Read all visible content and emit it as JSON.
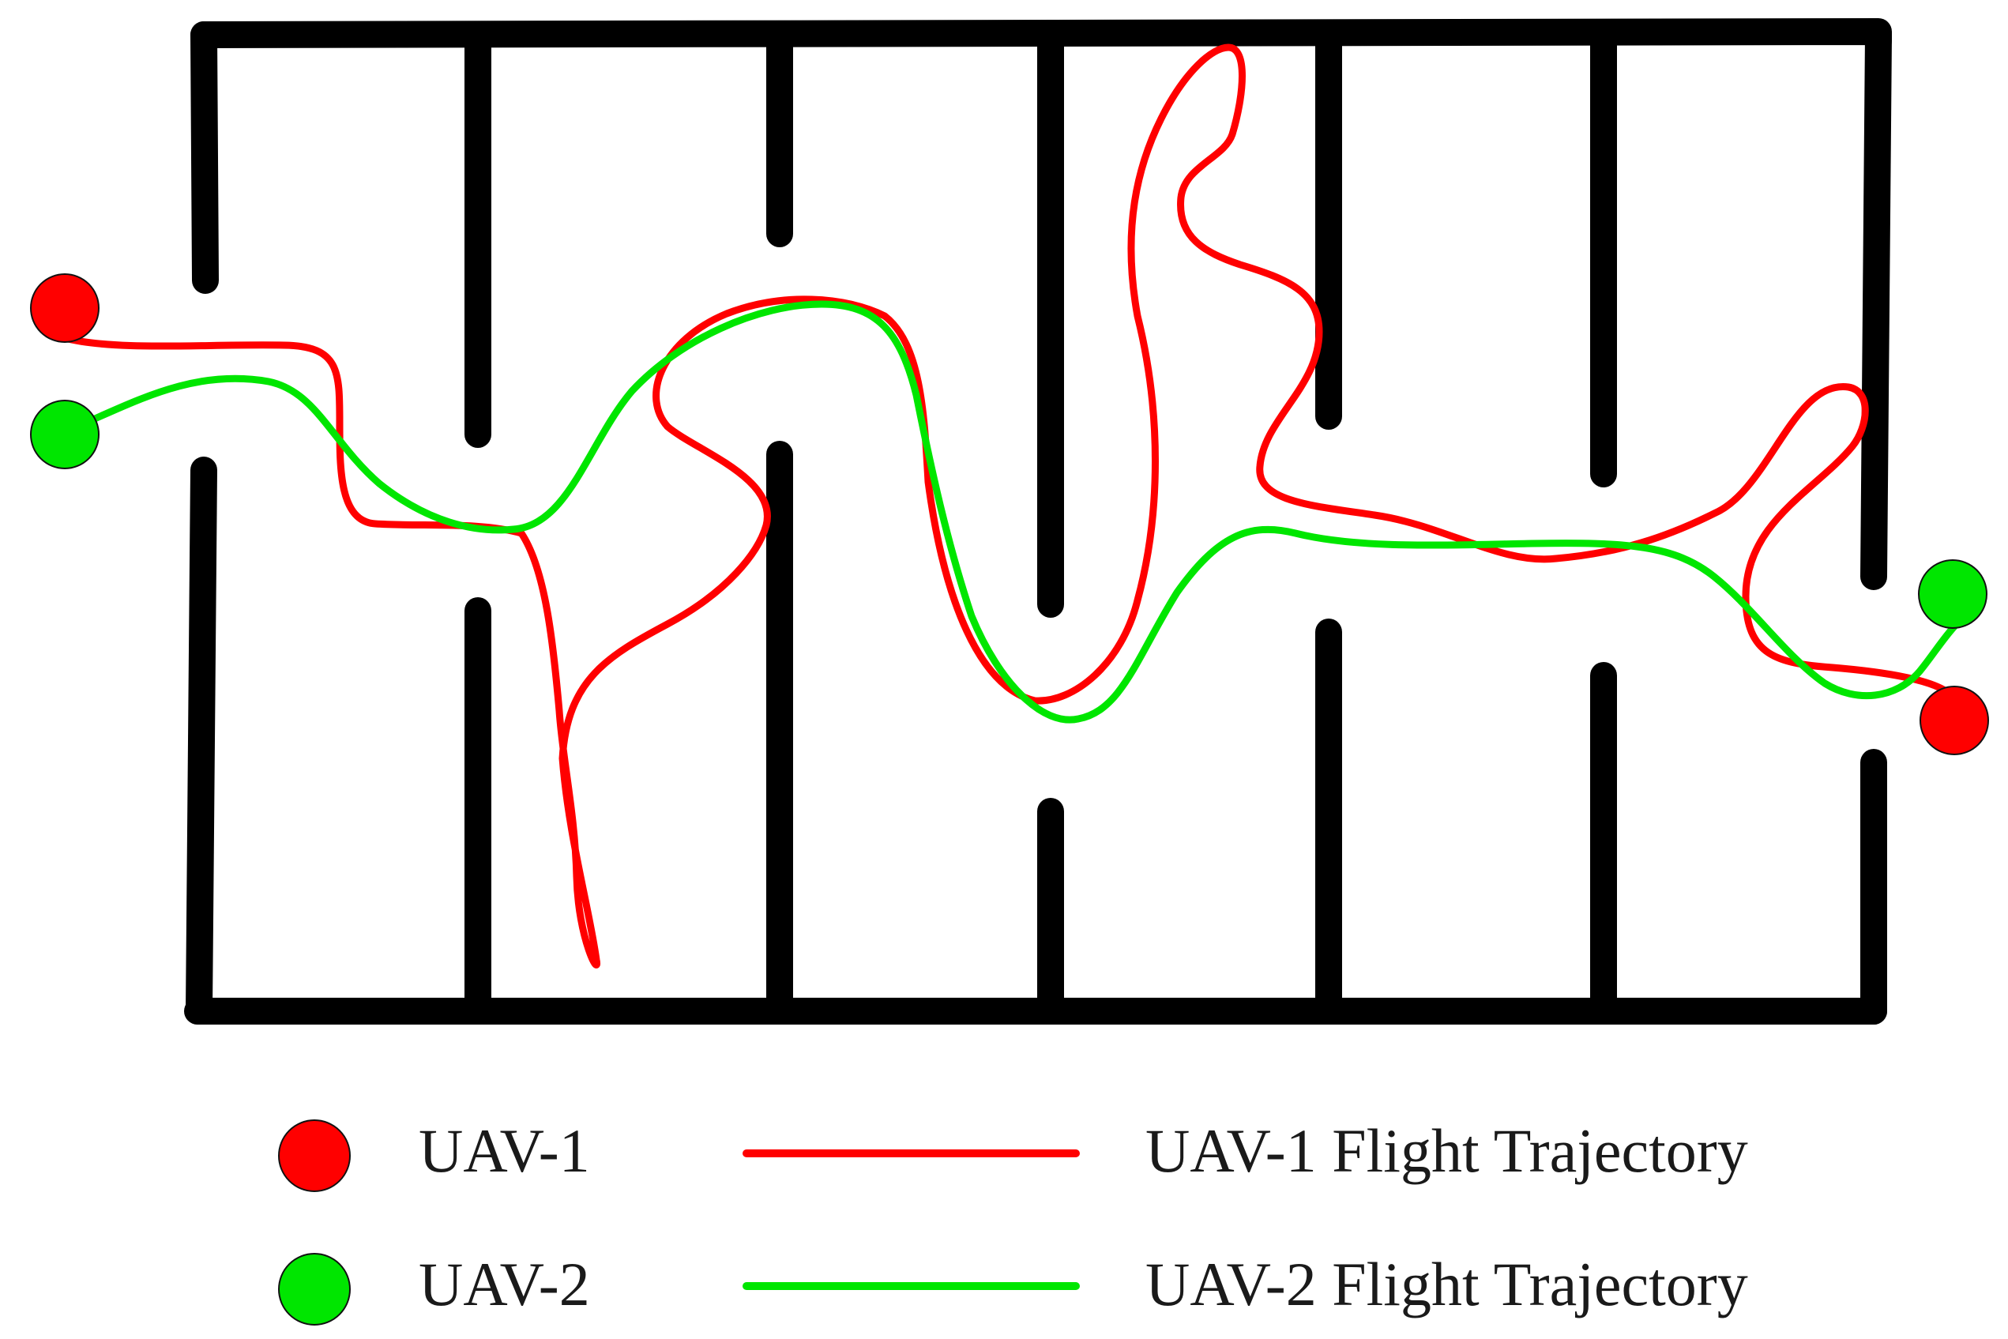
{
  "colors": {
    "walls": "#000000",
    "uav1": "#ff0000",
    "uav2": "#00e600",
    "background": "#ffffff"
  },
  "legend": {
    "uav1_marker_label": "UAV-1",
    "uav2_marker_label": "UAV-2",
    "uav1_trajectory_label": "UAV-1 Flight Trajectory",
    "uav2_trajectory_label": "UAV-2 Flight Trajectory"
  }
}
